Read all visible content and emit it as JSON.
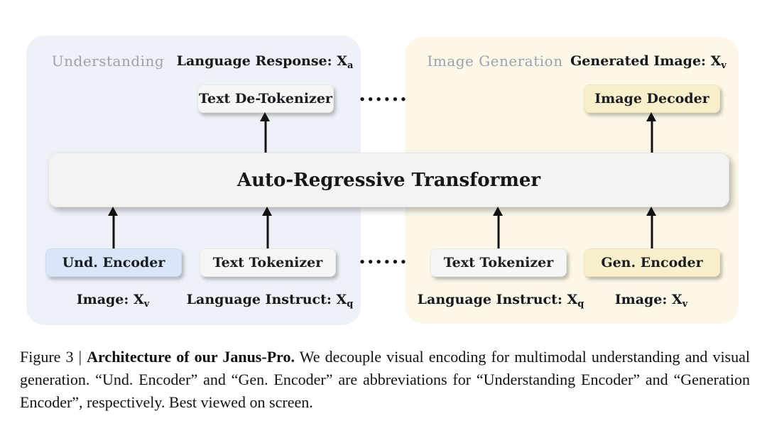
{
  "figure": {
    "transformer": "Auto-Regressive Transformer",
    "ellipsis_top": "••••••",
    "ellipsis_bottom": "••••••",
    "panels": {
      "understanding": {
        "title": "Understanding",
        "output_label": {
          "text": "Language Response: X",
          "sub": "a"
        },
        "nodes": {
          "detokenizer": "Text De-Tokenizer",
          "encoder": "Und. Encoder",
          "tokenizer": "Text Tokenizer"
        },
        "inputs": {
          "image": {
            "text": "Image: X",
            "sub": "v"
          },
          "instruct": {
            "text": "Language Instruct: X",
            "sub": "q"
          }
        }
      },
      "generation": {
        "title": "Image Generation",
        "output_label": {
          "text": "Generated Image: X",
          "sub": "v"
        },
        "nodes": {
          "decoder": "Image Decoder",
          "tokenizer": "Text Tokenizer",
          "encoder": "Gen. Encoder"
        },
        "inputs": {
          "instruct": {
            "text": "Language Instruct: X",
            "sub": "q"
          },
          "image": {
            "text": "Image: X",
            "sub": "v"
          }
        }
      }
    },
    "colors": {
      "understanding_panel": "#eef1f8",
      "generation_panel": "#fcf7e7",
      "understanding_encoder_box": "#d8e6f8",
      "generation_accent_box": "#f9efcb",
      "neutral_box": "#f6f6f5",
      "transformer_bar": "#f3f3f2",
      "muted_title": "#9aa3ad",
      "arrow": "#111111"
    }
  },
  "caption": {
    "figure_label": "Figure 3 | ",
    "title_bold": "Architecture of our Janus-Pro.",
    "body": " We decouple visual encoding for multimodal understanding and visual generation. “Und. Encoder” and “Gen. Encoder” are abbreviations for “Understanding Encoder” and “Generation Encoder”, respectively. Best viewed on screen."
  }
}
